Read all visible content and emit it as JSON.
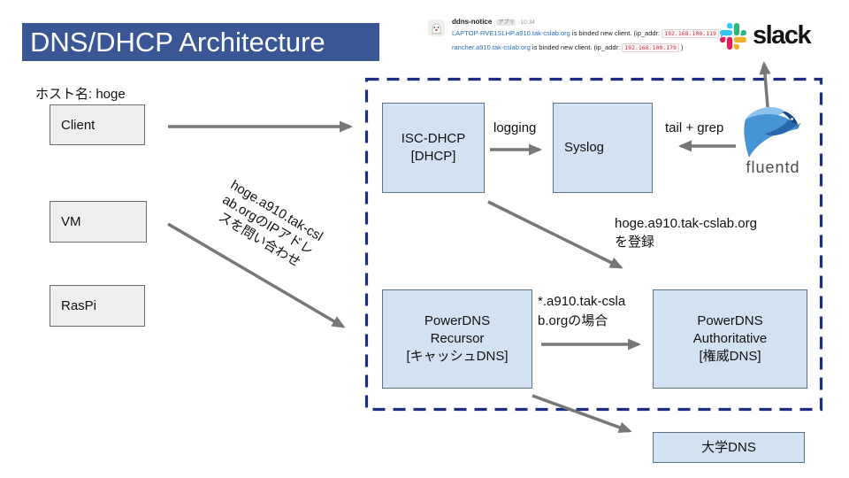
{
  "title": "DNS/DHCP Architecture",
  "host_label": "ホスト名: hoge",
  "source_nodes": [
    "Client",
    "VM",
    "RasPi"
  ],
  "slack_message": {
    "app_name": "ddns-notice",
    "app_badge": "アプリ",
    "time": "10:34",
    "line1": {
      "link": "LAPTOP-RVE1SLHP.a910.tak-cslab.org",
      "body": " is binded new client. (ip_addr: ",
      "ip": "192.168.100.119",
      "close": " )"
    },
    "line2": {
      "link": "rancher.a910.tak-cslab.org",
      "body": " is binded new client. (ip_addr: ",
      "ip": "192.168.100.179",
      "close": " )"
    }
  },
  "slack_wordmark": "slack",
  "fluentd_wordmark": "fluentd",
  "nodes": {
    "isc_dhcp": {
      "line1": "ISC-DHCP",
      "line2": "[DHCP]"
    },
    "syslog": "Syslog",
    "recursor": {
      "line1": "PowerDNS",
      "line2": "Recursor",
      "line3": "[キャッシュDNS]"
    },
    "authoritative": {
      "line1": "PowerDNS",
      "line2": "Authoritative",
      "line3": "[権威DNS]"
    },
    "university_dns": "大学DNS"
  },
  "labels": {
    "logging": "logging",
    "tail_grep": "tail + grep",
    "register": {
      "line1": "hoge.a910.tak-cslab.org",
      "line2": "を登録"
    },
    "wildcard": {
      "line1": "*.a910.tak-csla",
      "line2": "b.orgの場合"
    },
    "query": {
      "line1": "hoge.a910.tak-csl",
      "line2": "ab.orgのIPアドレ",
      "line3": "スを問い合わせ"
    }
  },
  "colors": {
    "title_bg": "#3A5795",
    "node_fill": "#D3E2F3",
    "node_border": "#5B7387",
    "source_fill": "#EFEFEF",
    "dashed_border": "#1E2C7F",
    "arrow": "#777777",
    "link_blue": "#2A6FBA",
    "ip_red": "#CC2B4A",
    "slack_blue": "#36C5F0",
    "slack_green": "#2EB67D",
    "slack_yellow": "#ECB22E",
    "slack_red": "#E01E5A",
    "fluentd_light": "#8FC3EC",
    "fluentd_mid": "#4694D4",
    "fluentd_dark": "#2A66AD",
    "fluentd_head": "#17457E"
  }
}
